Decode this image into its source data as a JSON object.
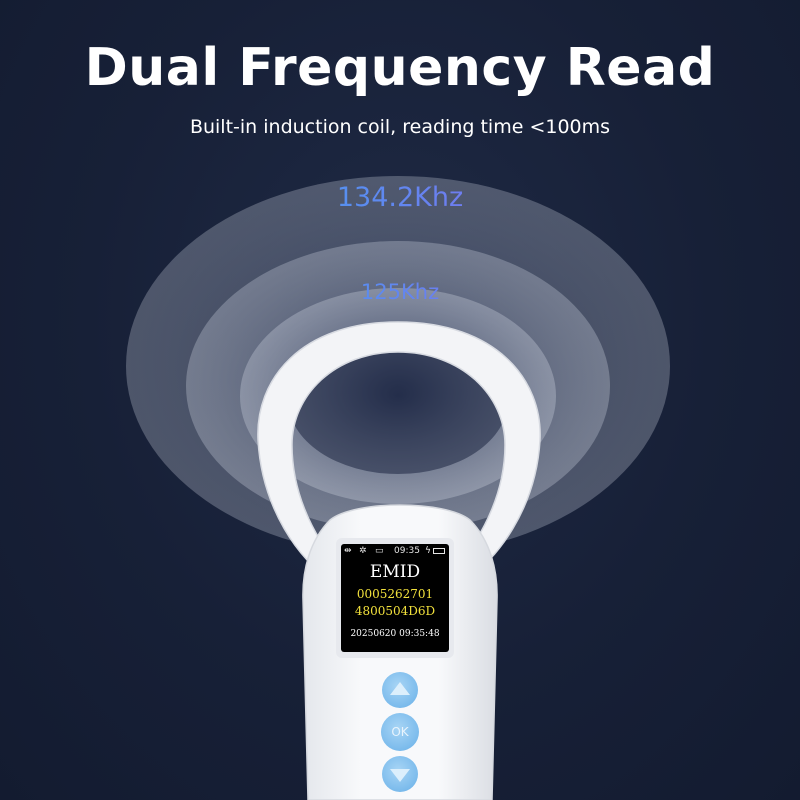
{
  "header": {
    "title": "Dual Frequency Read",
    "subtitle": "Built-in induction coil, reading time <100ms"
  },
  "frequencies": {
    "high": "134.2Khz",
    "low": "125Khz"
  },
  "device_screen": {
    "time": "09:35",
    "mode": "EMID",
    "tag_line_1": "0005262701",
    "tag_line_2": "4800504D6D",
    "timestamp": "20250620  09:35:48"
  },
  "buttons": {
    "ok_label": "OK"
  },
  "colors": {
    "background": "#172037",
    "button_blue": "#7bbbec",
    "tag_text_yellow": "#f2e13c",
    "frequency_gradient_start": "#2fd3e6",
    "frequency_gradient_end": "#b14cf0"
  },
  "icons": [
    "usb-icon",
    "bluetooth-icon",
    "computer-icon",
    "charging-icon",
    "battery-icon",
    "arrow-up-icon",
    "arrow-down-icon"
  ]
}
